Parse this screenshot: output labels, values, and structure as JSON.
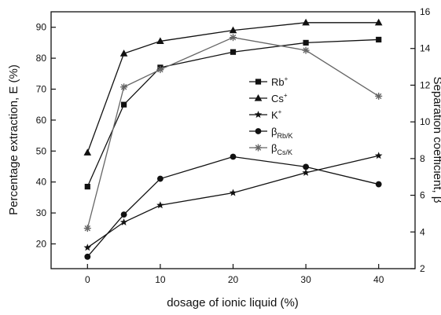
{
  "chart_data": {
    "type": "line",
    "title": "",
    "xlabel": "dosage of ionic liquid (%)",
    "ylabel_left": "Percentage extraction, E (%)",
    "ylabel_right": "Separation coefficient, β",
    "xlim": [
      -5,
      45
    ],
    "ylim_left": [
      12,
      95
    ],
    "ylim_right": [
      2,
      16
    ],
    "x_ticks": [
      0,
      10,
      20,
      30,
      40
    ],
    "y_ticks_left": [
      20,
      30,
      40,
      50,
      60,
      70,
      80,
      90
    ],
    "y_ticks_right": [
      2,
      4,
      6,
      8,
      10,
      12,
      14,
      16
    ],
    "grid": false,
    "legend_position": "center-right",
    "x": [
      0,
      5,
      10,
      20,
      30,
      40
    ],
    "series": [
      {
        "name": "Rb",
        "sup": "+",
        "sub": "",
        "axis": "left",
        "marker": "square",
        "values": [
          38.5,
          65,
          77,
          82,
          85,
          86
        ]
      },
      {
        "name": "Cs",
        "sup": "+",
        "sub": "",
        "axis": "left",
        "marker": "triangle",
        "values": [
          49.5,
          81.5,
          85.5,
          89,
          91.5,
          91.5
        ]
      },
      {
        "name": "K",
        "sup": "+",
        "sub": "",
        "axis": "left",
        "marker": "star",
        "values": [
          18.8,
          27,
          32.5,
          36.5,
          43,
          48.5
        ]
      },
      {
        "name": "β",
        "sup": "",
        "sub": "Rb/K",
        "axis": "right",
        "marker": "circle",
        "values": [
          2.65,
          4.95,
          6.9,
          8.1,
          7.55,
          6.6
        ]
      },
      {
        "name": "β",
        "sup": "",
        "sub": "Cs/K",
        "axis": "right",
        "marker": "asterisk",
        "values": [
          4.2,
          11.9,
          12.85,
          14.6,
          13.9,
          11.4
        ]
      }
    ]
  }
}
